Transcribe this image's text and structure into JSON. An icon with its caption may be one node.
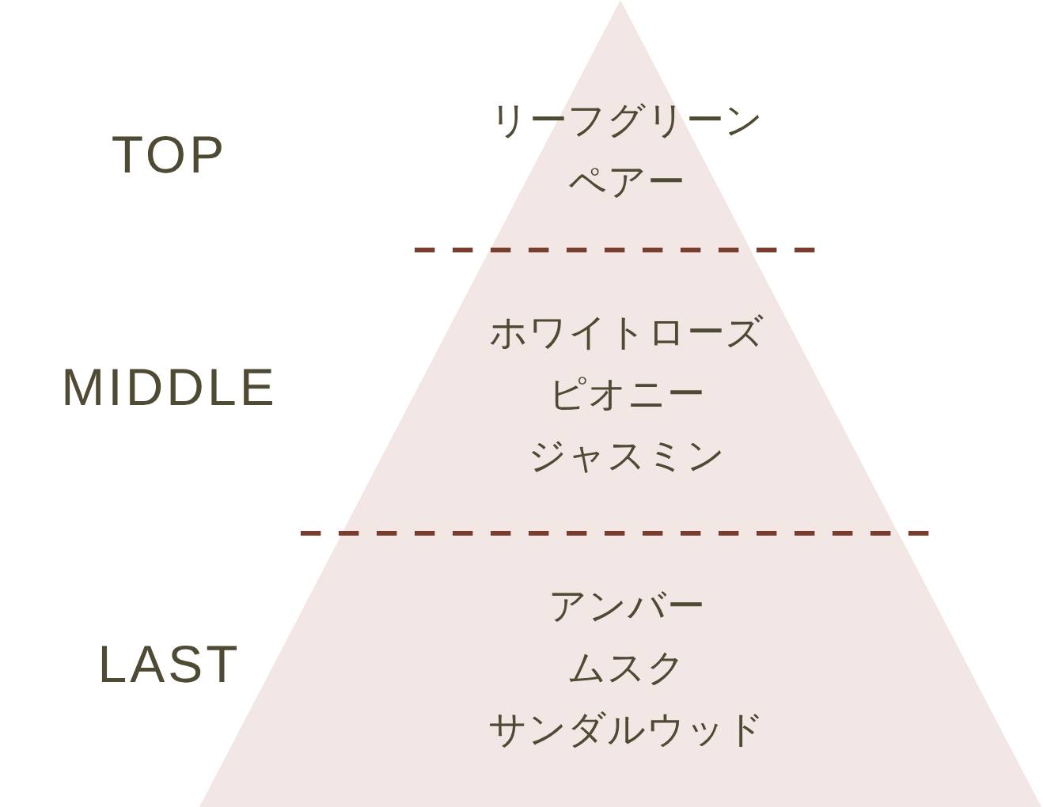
{
  "diagram": {
    "nodes": [
      {
        "text": [
          "リーフグリーン",
          "ペアー"
        ]
      },
      {
        "text": [
          "ホワイトローズ",
          "ピオニー",
          "ジャスミン"
        ]
      },
      {
        "text": [
          "アンバー",
          "ムスク",
          "サンダルウッド"
        ]
      }
    ],
    "labels": [
      "TOP",
      "MIDDLE",
      "LAST"
    ]
  }
}
